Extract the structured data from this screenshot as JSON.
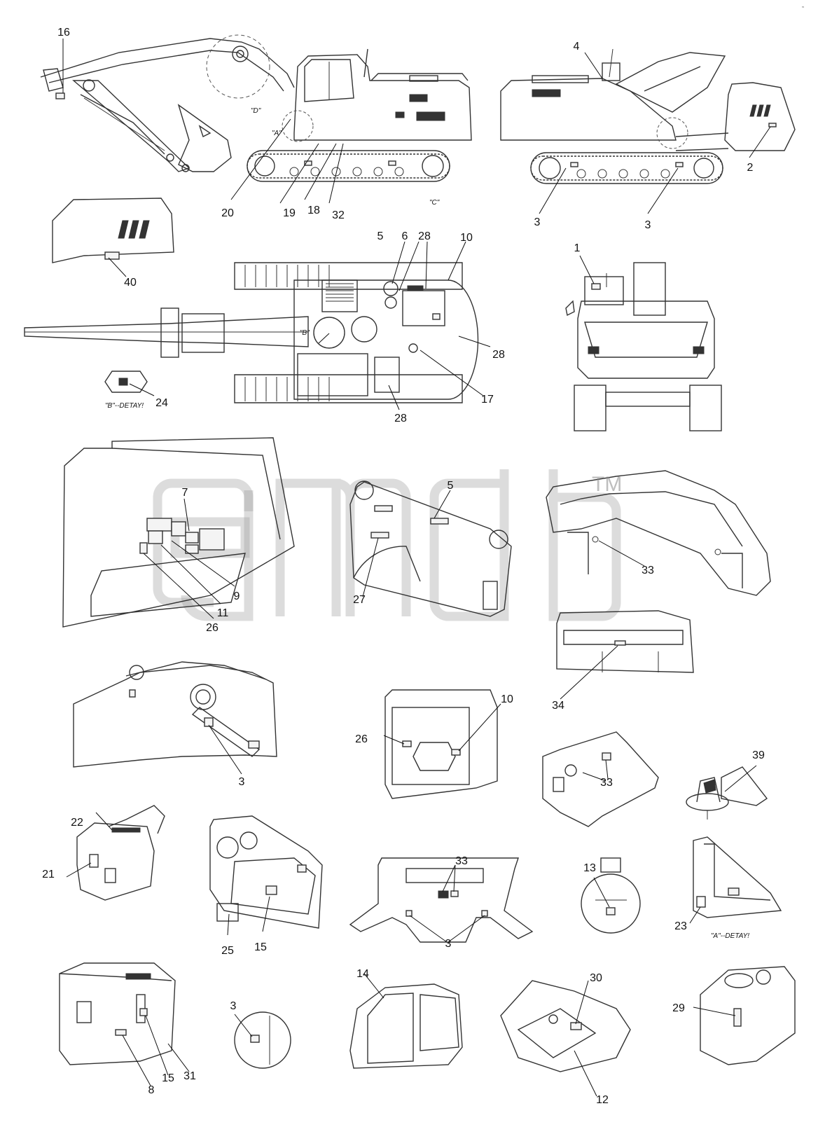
{
  "callouts": {
    "c1": "1",
    "c2": "2",
    "c3": "3",
    "c4": "4",
    "c5": "5",
    "c6": "6",
    "c7": "7",
    "c8": "8",
    "c9": "9",
    "c10": "10",
    "c11": "11",
    "c12": "12",
    "c13": "13",
    "c14": "14",
    "c15": "15",
    "c16": "16",
    "c17": "17",
    "c18": "18",
    "c19": "19",
    "c20": "20",
    "c21": "21",
    "c22": "22",
    "c23": "23",
    "c24": "24",
    "c25": "25",
    "c26": "26",
    "c27": "27",
    "c28": "28",
    "c29": "29",
    "c30": "30",
    "c31": "31",
    "c32": "32",
    "c33": "33",
    "c34": "34",
    "c39": "39",
    "c40": "40"
  },
  "detail_marks": {
    "a": "\"A\"",
    "c": "\"C\"",
    "d": "\"D\"",
    "b": "\"B\""
  },
  "captions": {
    "b_detail": "\"B\"--DETAY!",
    "a_detail": "\"A\"--DETAY!"
  },
  "watermark": {
    "trademark": "TM"
  }
}
